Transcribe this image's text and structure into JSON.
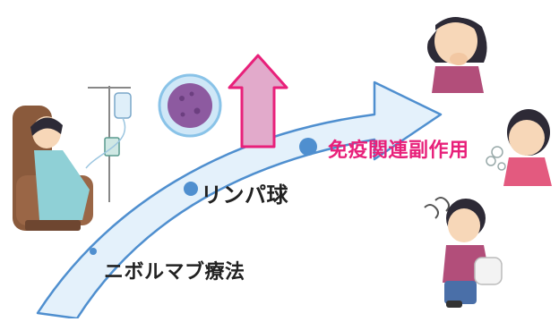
{
  "labels": {
    "nivolumab": "ニボルマブ療法",
    "lymphocyte": "リンパ球",
    "irae": "免疫関連副作用"
  },
  "colors": {
    "arrow_fill": "#e4f1fb",
    "arrow_stroke": "#4f8fcf",
    "dot": "#4f8fcf",
    "irae_text": "#e8207a",
    "up_arrow_fill": "#e2aacb",
    "up_arrow_stroke": "#e8207a",
    "cell": "#8d5aa0"
  },
  "icons": [
    "iv-drip-patient-icon",
    "lymphocyte-cell-icon",
    "increase-arrow-icon",
    "nausea-person-icon",
    "cough-person-icon",
    "stomachache-person-icon"
  ]
}
